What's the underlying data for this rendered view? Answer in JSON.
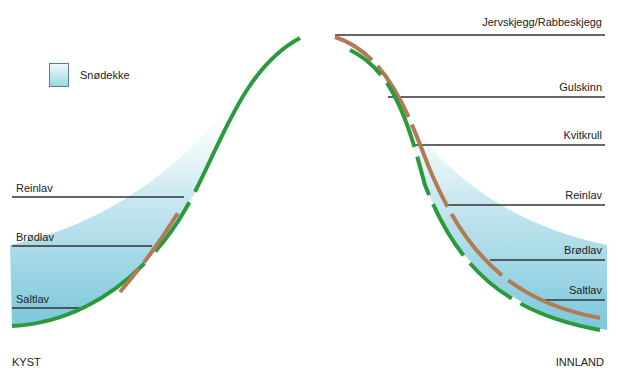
{
  "diagram": {
    "labels": [
      "Reinlav",
      "Brødlav",
      "Saltlav",
      "Jervskjegg/Rabbeskjegg",
      "Gulskinn",
      "Kvitkrull",
      "Reinlav",
      "Brødlav",
      "Saltlav",
      "KYST",
      "INNLAND"
    ],
    "legend": [
      {
        "text": "Snødekke",
        "color": "#9fd6e6"
      }
    ]
  }
}
